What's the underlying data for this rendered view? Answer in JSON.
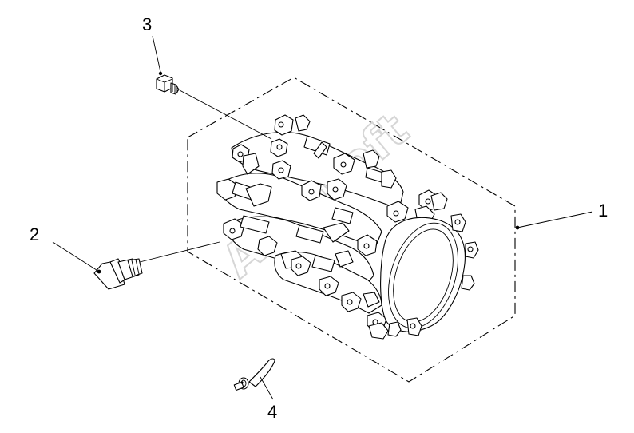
{
  "diagram": {
    "callouts": [
      {
        "id": "1",
        "label": "1",
        "part": "intake manifold assembly"
      },
      {
        "id": "2",
        "label": "2",
        "part": "sensor"
      },
      {
        "id": "3",
        "label": "3",
        "part": "bolt"
      },
      {
        "id": "4",
        "label": "4",
        "part": "pipe fitting"
      }
    ],
    "watermark": "Autosoft",
    "colors": {
      "line": "#000000",
      "background": "#ffffff",
      "watermark": "#d6d6d6"
    }
  }
}
